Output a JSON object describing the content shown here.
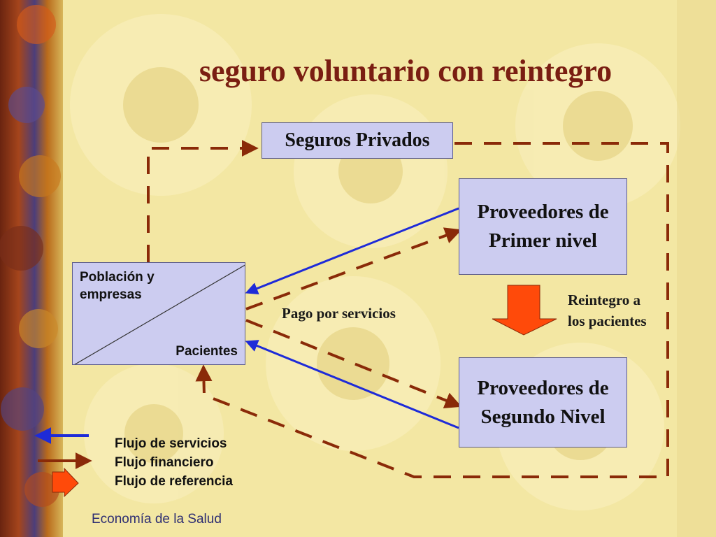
{
  "title": "seguro voluntario con reintegro",
  "nodes": {
    "seguros_privados": "Seguros Privados",
    "primer_nivel": {
      "line1": "Proveedores de",
      "line2": "Primer nivel"
    },
    "segundo_nivel": {
      "line1": "Proveedores de",
      "line2": "Segundo Nivel"
    },
    "poblacion": {
      "top_label": "Población y empresas",
      "bottom_label": "Pacientes"
    }
  },
  "labels": {
    "pago": "Pago por servicios",
    "reintegro_line1": "Reintegro a",
    "reintegro_line2": "los pacientes"
  },
  "legend": {
    "servicios": "Flujo de servicios",
    "financiero": "Flujo financiero",
    "referencia": "Flujo de referencia"
  },
  "footer": "Economía de la Salud",
  "colors": {
    "background": "#F3E7A3",
    "title": "#7A1E12",
    "box_fill": "#CCCCF0",
    "service_flow": "#1E2BD8",
    "financial_flow": "#8A2A08",
    "referral_arrow": "#FF4A0A"
  }
}
